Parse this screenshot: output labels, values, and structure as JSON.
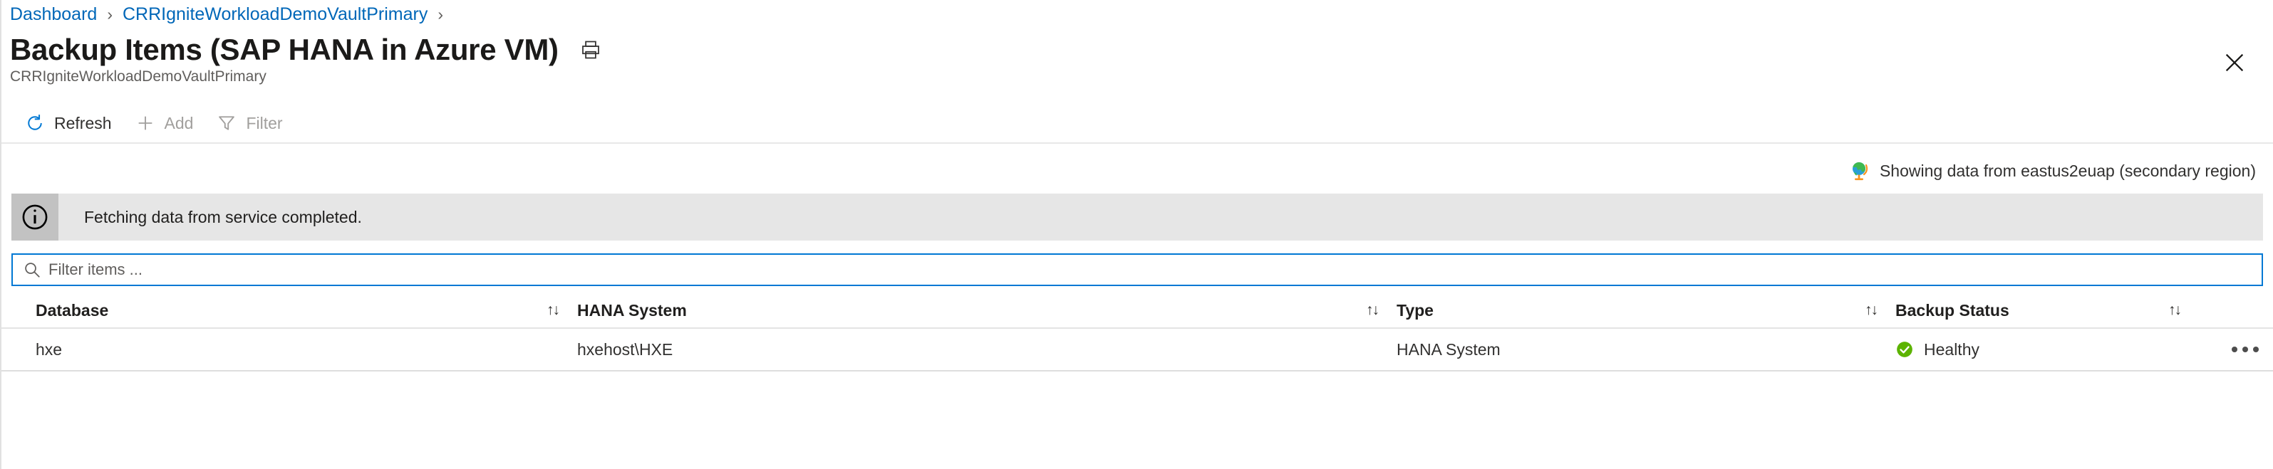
{
  "breadcrumb": {
    "items": [
      {
        "label": "Dashboard"
      },
      {
        "label": "CRRIgniteWorkloadDemoVaultPrimary"
      }
    ],
    "separator": "›"
  },
  "header": {
    "title": "Backup Items (SAP HANA in Azure VM)",
    "subtitle": "CRRIgniteWorkloadDemoVaultPrimary",
    "print_icon": "print-icon",
    "close_icon": "close-icon"
  },
  "toolbar": {
    "refresh_label": "Refresh",
    "refresh_icon": "refresh-icon",
    "add_label": "Add",
    "add_icon": "plus-icon",
    "filter_label": "Filter",
    "filter_icon": "funnel-icon"
  },
  "region_note": {
    "icon": "globe-icon",
    "text": "Showing data from eastus2euap (secondary region)"
  },
  "info_banner": {
    "icon": "info-icon",
    "message": "Fetching data from service completed."
  },
  "search": {
    "icon": "search-icon",
    "placeholder": "Filter items ...",
    "value": ""
  },
  "table": {
    "columns": [
      {
        "label": "Database",
        "sort_icon": "↑↓"
      },
      {
        "label": "HANA System",
        "sort_icon": "↑↓"
      },
      {
        "label": "Type",
        "sort_icon": "↑↓"
      },
      {
        "label": "Backup Status",
        "sort_icon": "↑↓"
      }
    ],
    "rows": [
      {
        "database": "hxe",
        "hana_system": "hxehost\\HXE",
        "type": "HANA System",
        "backup_status": "Healthy",
        "status_icon": "healthy-check-icon",
        "actions_icon": "ellipsis-icon"
      }
    ]
  },
  "colors": {
    "link": "#0067b8",
    "accent": "#0078d4",
    "healthy": "#5cb300",
    "banner_bg": "#e6e6e6",
    "banner_icon_bg": "#c2c2c2"
  }
}
